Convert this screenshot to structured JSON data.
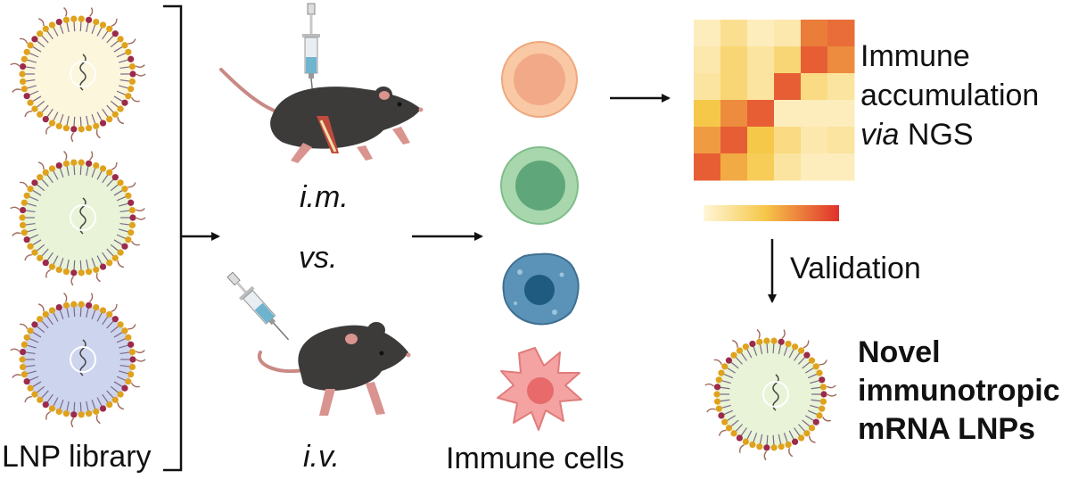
{
  "labels": {
    "library": "LNP library",
    "im": "i.m.",
    "vs": "vs.",
    "iv": "i.v.",
    "immune_cells": "Immune cells",
    "accum_line1": "Immune",
    "accum_line2": "accumulation",
    "accum_via": "via",
    "accum_ngs": " NGS",
    "validation": "Validation",
    "novel_line1": "Novel",
    "novel_line2": "immunotropic",
    "novel_line3": "mRNA LNPs"
  },
  "colors": {
    "lnp_shell_head": "#e0a21c",
    "lnp_shell_dot": "#9c2a4a",
    "lnp_tail": "#7a6a8a",
    "lnp_peg": "#a06b5e",
    "lnp_core_1": "#fbf6dc",
    "lnp_core_2": "#e8f3d7",
    "lnp_core_3": "#cdd4ee",
    "mouse_body": "#3d3a3a",
    "mouse_pink": "#d99490",
    "cell_1": "#f6b890",
    "cell_2": "#8cc79a",
    "cell_3": "#4e86a6",
    "cell_4": "#f08b8b",
    "heat_low": "#fdf1cc",
    "heat_high": "#e0312c"
  },
  "icons": [
    "lnp-nanoparticle-icon",
    "mouse-icon",
    "syringe-icon",
    "immune-cell-icon",
    "heatmap-icon",
    "arrow-icon"
  ],
  "heatmap": {
    "rows": 6,
    "cols": 6,
    "levels": [
      [
        0.1,
        0.25,
        0.1,
        0.15,
        0.75,
        0.8
      ],
      [
        0.15,
        0.35,
        0.2,
        0.35,
        0.85,
        0.7
      ],
      [
        0.2,
        0.35,
        0.2,
        0.85,
        0.3,
        0.2
      ],
      [
        0.5,
        0.7,
        0.85,
        0.1,
        0.1,
        0.1
      ],
      [
        0.65,
        0.85,
        0.5,
        0.3,
        0.15,
        0.2
      ],
      [
        0.85,
        0.6,
        0.45,
        0.2,
        0.1,
        0.1
      ]
    ]
  }
}
